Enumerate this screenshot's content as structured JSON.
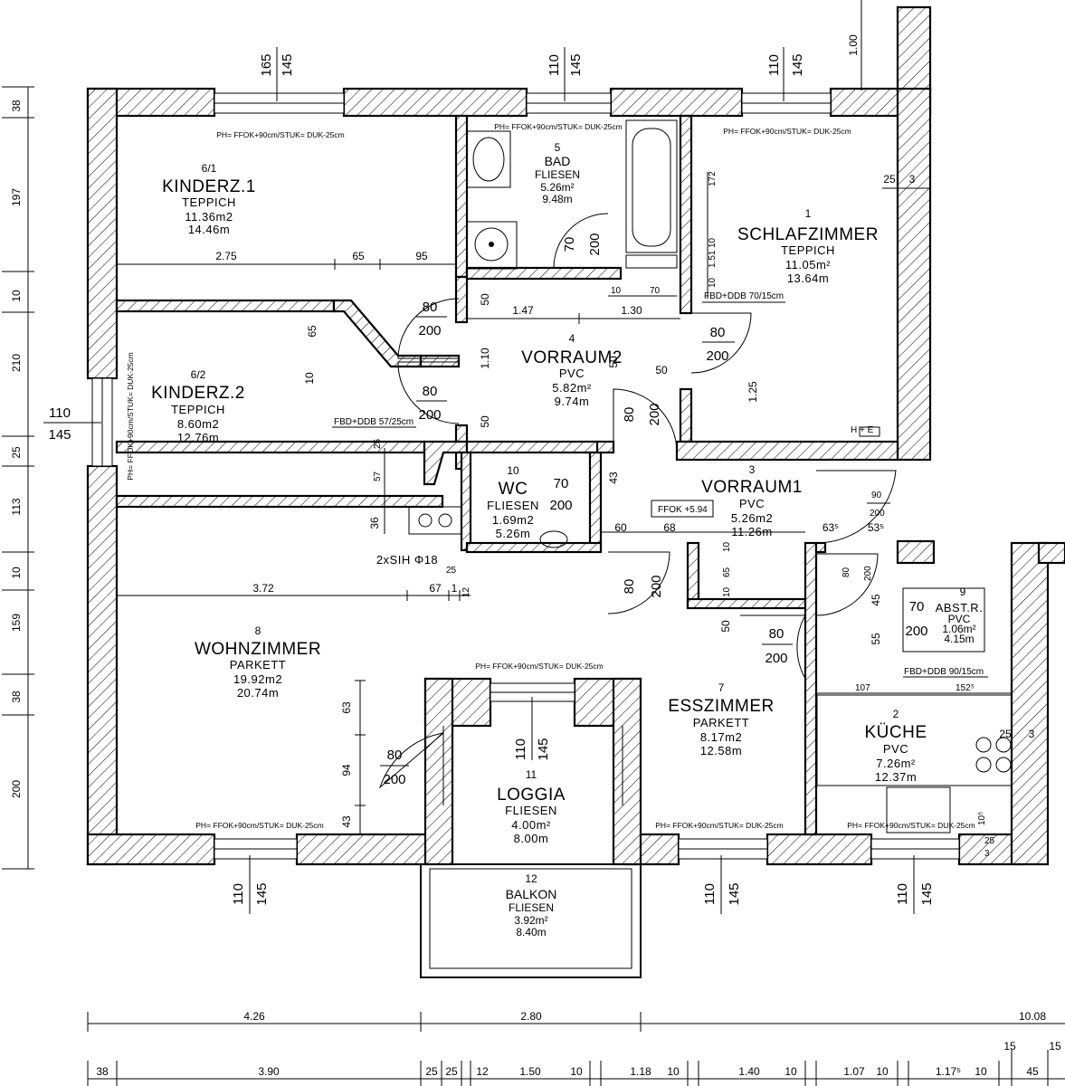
{
  "rooms": [
    {
      "num": "6/1",
      "name": "KINDERZ.1",
      "floor": "TEPPICH",
      "area": "11.36m2",
      "perim": "14.46m"
    },
    {
      "num": "6/2",
      "name": "KINDERZ.2",
      "floor": "TEPPICH",
      "area": "8.60m2",
      "perim": "12.76m"
    },
    {
      "num": "5",
      "name": "BAD",
      "floor": "FLIESEN",
      "area": "5.26m²",
      "perim": "9.48m"
    },
    {
      "num": "1",
      "name": "SCHLAFZIMMER",
      "floor": "TEPPICH",
      "area": "11.05m²",
      "perim": "13.64m"
    },
    {
      "num": "4",
      "name": "VORRAUM2",
      "floor": "PVC",
      "area": "5.82m²",
      "perim": "9.74m"
    },
    {
      "num": "10",
      "name": "WC",
      "floor": "FLIESEN",
      "area": "1.69m2",
      "perim": "5.26m"
    },
    {
      "num": "3",
      "name": "VORRAUM1",
      "floor": "PVC",
      "area": "5.26m2",
      "perim": "11.26m"
    },
    {
      "num": "9",
      "name": "ABST.R.",
      "floor": "PVC",
      "area": "1.06m²",
      "perim": "4.15m"
    },
    {
      "num": "8",
      "name": "WOHNZIMMER",
      "floor": "PARKETT",
      "area": "19.92m2",
      "perim": "20.74m"
    },
    {
      "num": "7",
      "name": "ESSZIMMER",
      "floor": "PARKETT",
      "area": "8.17m2",
      "perim": "12.58m"
    },
    {
      "num": "2",
      "name": "KÜCHE",
      "floor": "PVC",
      "area": "7.26m²",
      "perim": "12.37m"
    },
    {
      "num": "11",
      "name": "LOGGIA",
      "floor": "FLIESEN",
      "area": "4.00m²",
      "perim": "8.00m"
    },
    {
      "num": "12",
      "name": "BALKON",
      "floor": "FLIESEN",
      "area": "3.92m²",
      "perim": "8.40m"
    }
  ],
  "ph_label": "PH= FFOK+90cm/STUK= DUK-25cm",
  "notes": {
    "fbd1": "FBD+DDB 70/15cm",
    "fbd2": "FBD+DDB 57/25cm",
    "fbd3": "FBD+DDB 90/15cm",
    "ffok": "FFOK +5.94",
    "sih": "2xSIH  Φ18",
    "he": "H + E"
  },
  "door_sizes": [
    {
      "w": "80",
      "h": "200"
    },
    {
      "w": "80",
      "h": "200"
    },
    {
      "w": "80",
      "h": "200"
    },
    {
      "w": "70",
      "h": "200"
    },
    {
      "w": "80",
      "h": "200"
    },
    {
      "w": "70",
      "h": "200"
    },
    {
      "w": "90",
      "h": "200"
    },
    {
      "w": "80",
      "h": "200"
    },
    {
      "w": "80",
      "h": "200"
    },
    {
      "w": "80",
      "h": "200"
    },
    {
      "w": "70",
      "h": "200"
    },
    {
      "w": "80",
      "h": "200"
    }
  ],
  "window_dims": [
    {
      "a": "165",
      "b": "145"
    },
    {
      "a": "110",
      "b": "145"
    },
    {
      "a": "110",
      "b": "145"
    },
    {
      "a": "110",
      "b": "145"
    },
    {
      "a": "110",
      "b": "145"
    },
    {
      "a": "110",
      "b": "145"
    },
    {
      "a": "110",
      "b": "145"
    },
    {
      "a": "110",
      "b": "145"
    }
  ],
  "top_right_dim": "1.00",
  "left_dims": [
    "38",
    "197",
    "10",
    "210",
    "25",
    "113",
    "10",
    "159",
    "38",
    "200"
  ],
  "bottom_dims_1": [
    "4.26",
    "2.80",
    "10.08"
  ],
  "bottom_dims_2": [
    "38",
    "3.90",
    "25",
    "25",
    "12",
    "1.50",
    "10",
    "1.18",
    "10",
    "1.40",
    "10",
    "1.07",
    "10",
    "1.17⁵",
    "10",
    "45",
    "15",
    "15"
  ],
  "inner_dims": [
    "2.75",
    "65",
    "95",
    "1.47",
    "1.30",
    "10",
    "70",
    "50",
    "65",
    "10",
    "50",
    "1.25",
    "50",
    "1.10",
    "50",
    "43",
    "60",
    "68",
    "63⁵",
    "53⁵",
    "25",
    "3",
    "172",
    "10",
    "1.51",
    "10",
    "25",
    "57",
    "36",
    "3.72",
    "67",
    "1",
    "12",
    "25",
    "63",
    "94",
    "43",
    "45",
    "55",
    "10",
    "65",
    "10",
    "50",
    "107",
    "152⁵",
    "25",
    "3",
    "25",
    "3",
    "10⁵"
  ]
}
